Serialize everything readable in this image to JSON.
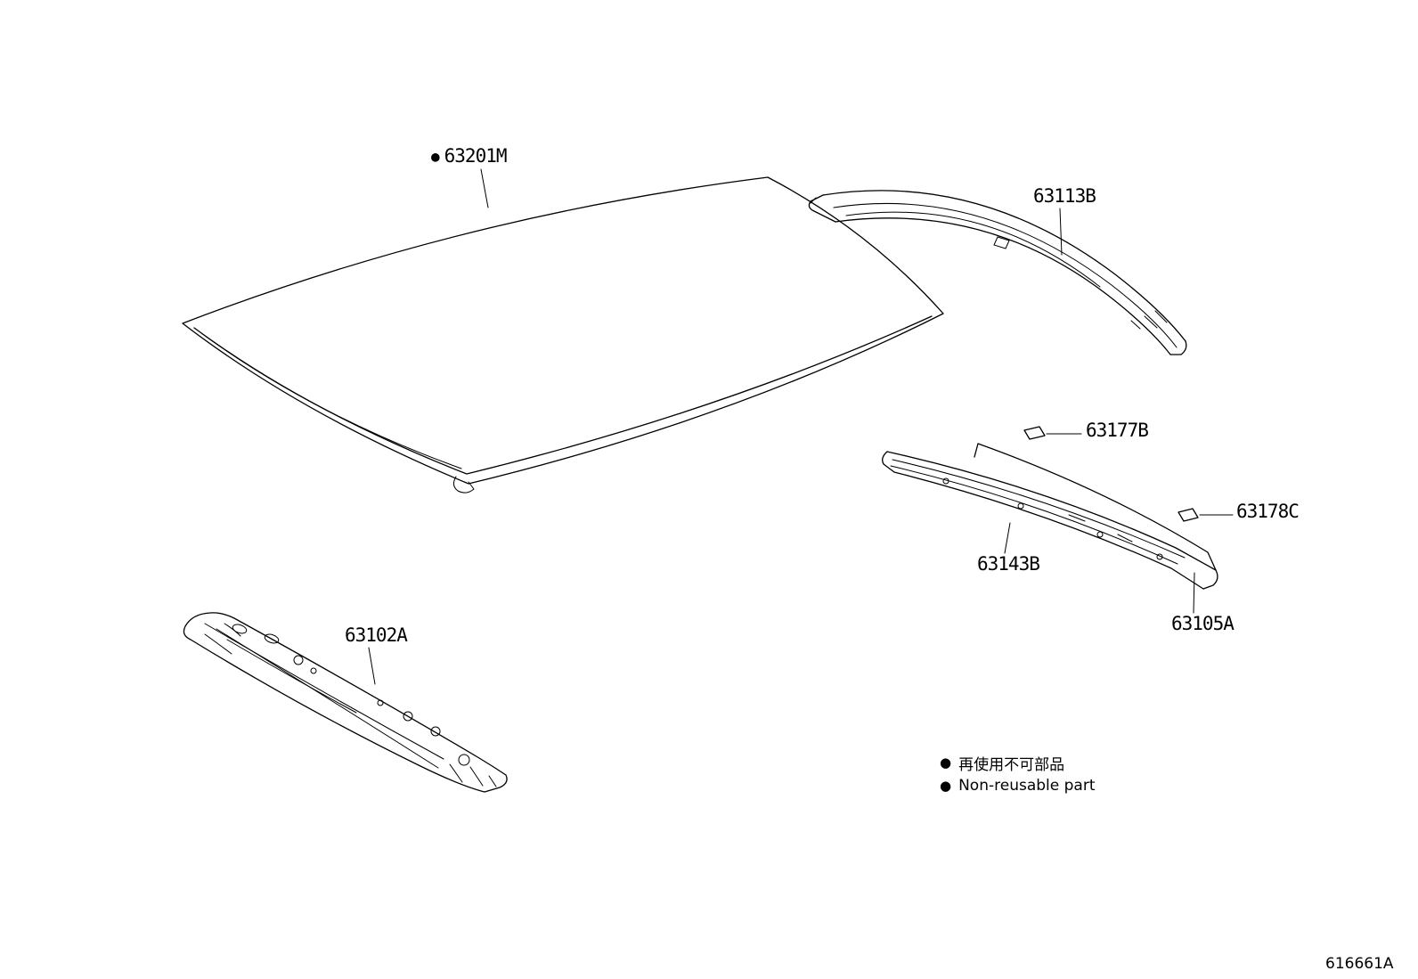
{
  "page": {
    "background": "#ffffff",
    "line_color": "#000000"
  },
  "drawing_number": "616661A",
  "legend": {
    "bullet": "●",
    "jp": "再使用不可部品",
    "en": "Non-reusable part"
  },
  "parts": {
    "roof_panel": {
      "bullet": "●",
      "label": "63201M"
    },
    "roof_header_inner": {
      "label": "63113B"
    },
    "clip_upper": {
      "label": "63177B"
    },
    "clip_lower": {
      "label": "63178C"
    },
    "rear_rail_lower": {
      "label": "63143B"
    },
    "rear_rail": {
      "label": "63105A"
    },
    "front_header": {
      "label": "63102A"
    }
  }
}
